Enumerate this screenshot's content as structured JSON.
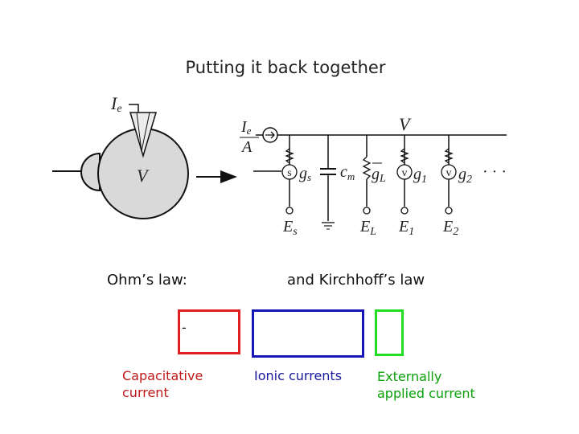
{
  "title": "Putting it back together",
  "circuit": {
    "electrode_label": "I",
    "electrode_sub": "e",
    "cell_label": "V",
    "bus_label": "V",
    "current_num_main": "I",
    "current_num_sub": "e",
    "current_den": "A",
    "branch_s_badge": "s",
    "branch_s_g": "g",
    "branch_s_sub": "s",
    "cap_c": "c",
    "cap_sub": "m",
    "leak_g": "g",
    "leak_sub": "L",
    "v1_badge": "v",
    "v1_g": "g",
    "v1_sub": "1",
    "v2_badge": "v",
    "v2_g": "g",
    "v2_sub": "2",
    "ellipsis": "· · ·",
    "es_main": "E",
    "es_sub": "s",
    "el_main": "E",
    "el_sub": "L",
    "e1_main": "E",
    "e1_sub": "1",
    "e2_main": "E",
    "e2_sub": "2"
  },
  "ohms_law": "Ohm’s law:",
  "kirchhoff": "and Kirchhoff’s law",
  "minus_sign": "-",
  "labels": {
    "capacitative": [
      "Capacitative",
      "current"
    ],
    "ionic": "Ionic currents",
    "external": [
      "Externally",
      "applied current"
    ]
  },
  "colors": {
    "capacitative": "#e02020",
    "ionic": "#1515b8",
    "external": "#22dd22"
  }
}
